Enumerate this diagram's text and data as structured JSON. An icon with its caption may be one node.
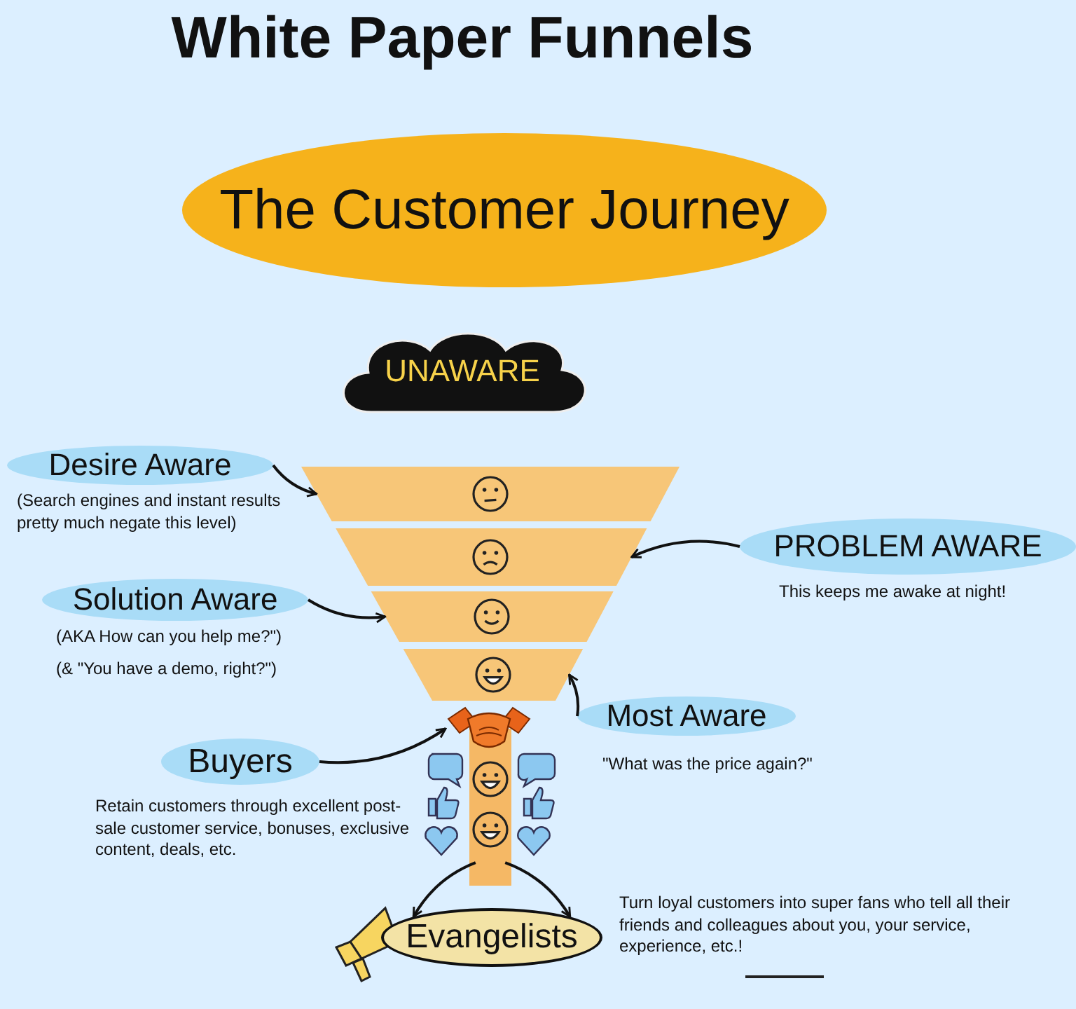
{
  "diagram": {
    "title": "White Paper Funnels",
    "nodes": [
      {
        "text": [
          "The Customer Journey"
        ]
      },
      {
        "text": [
          "UNAWARE"
        ]
      },
      {
        "text": [
          "Desire Aware"
        ],
        "beside": [
          "(Search engines and instant results pretty much negate this level)"
        ]
      },
      {
        "text": [],
        "shape": "band"
      },
      {
        "text": [],
        "shape": "band"
      },
      {
        "text": [
          "PROBLEM AWARE"
        ],
        "beside": [
          "This keeps me awake at night!"
        ]
      },
      {
        "text": [
          "Solution Aware"
        ],
        "beside": [
          "(AKA How can you help me?\")",
          "(& \"You have a demo, right?\")"
        ]
      },
      {
        "text": [],
        "shape": "band"
      },
      {
        "text": [],
        "shape": "band"
      },
      {
        "text": [
          "Most Aware"
        ],
        "beside": [
          "\"What was the price again?\""
        ]
      },
      {
        "text": [],
        "shape": "picture"
      },
      {
        "text": [
          "Buyers"
        ],
        "beside": [
          "Retain customers through excellent post-sale customer service, bonuses, exclusive content, deals, etc."
        ]
      },
      {
        "text": [],
        "shape": "bar"
      },
      {
        "text": [
          "Evangelists"
        ],
        "beside": [
          "Turn loyal customers into super fans who tell all their friends and colleagues about you, your service, experience, etc.!"
        ]
      }
    ],
    "edges": [
      {
        "from": 2,
        "to": 3,
        "arrow": "to"
      },
      {
        "from": 5,
        "to": 4,
        "arrow": "to"
      },
      {
        "from": 6,
        "to": 7,
        "arrow": "to"
      },
      {
        "from": 9,
        "to": 8,
        "arrow": "to"
      },
      {
        "from": 11,
        "to": 10,
        "arrow": "to"
      },
      {
        "from": 12,
        "to": 13,
        "arrow": "to"
      },
      {
        "from": 12,
        "to": 13,
        "arrow": "to"
      }
    ]
  }
}
